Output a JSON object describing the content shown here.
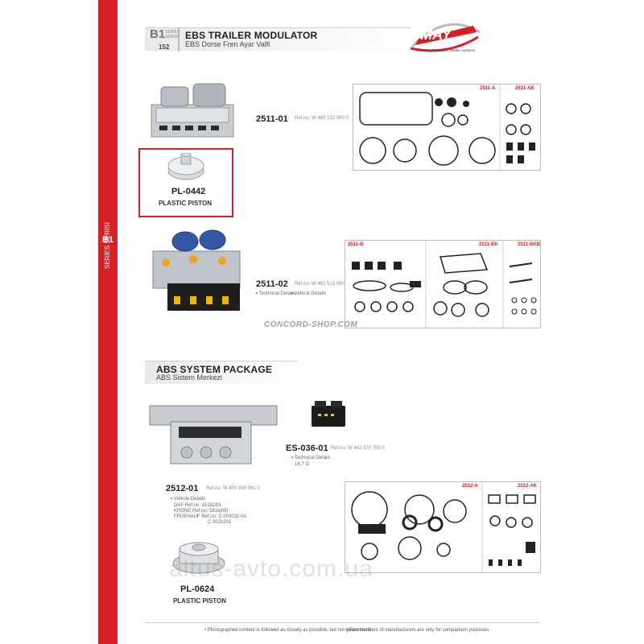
{
  "sidebar": {
    "series_label": "SERIES SERİSİ",
    "series_code": "B1"
  },
  "header": {
    "series_box": {
      "code": "B1",
      "label": "SERIES SERİSİ",
      "page": "152"
    },
    "title": "EBS TRAILER MODULATOR",
    "subtitle": "EBS Dorse Fren Ayar Valfi"
  },
  "logo": {
    "brand": "MAY",
    "tagline": "Fren Sistemleri | Brake Systems"
  },
  "products": {
    "p2511_01": {
      "code": "2511-01",
      "ref": "Ref.no: W 480 102 000 0"
    },
    "pl0442": {
      "code": "PL-0442",
      "name": "PLASTIC PISTON"
    },
    "p2511_02": {
      "code": "2511-02",
      "ref": "Ref.no: W 461 513 000 0",
      "notes": [
        "Technical Details",
        "Vehicle Details"
      ]
    },
    "es036": {
      "code": "ES-036-01",
      "ref": "Ref.no: W 442 370 700 0",
      "note_title": "Technical Details",
      "note_value": "14,7 Ω"
    },
    "p2512_01": {
      "code": "2512-01",
      "ref": "Ref.no: W 400 500 081 0",
      "vehicle_title": "Vehicle Details",
      "vehicle_lines": [
        "DAF Ref.no: 1519283",
        "KRONE Ref.no: 5818800",
        "FRUEHAUF Ref.no: C 003032-01",
        "C 0020201"
      ]
    },
    "pl0624": {
      "code": "PL-0624",
      "name": "PLASTIC PISTON"
    }
  },
  "kits": {
    "k2511a": "2511-A",
    "k2511ak": "2511-AK",
    "k2511b": "2511-B",
    "k2511bk": "2511-BK",
    "k2511bkb": "2511-BKB",
    "k2512a": "2512-A",
    "k2512ak": "2512-AK"
  },
  "section2": {
    "title": "ABS SYSTEM PACKAGE",
    "subtitle": "ABS Sistem Merkezi"
  },
  "watermarks": {
    "concord": "CONCORD-SHOP.COM",
    "altus": "altus-avto.com.ua"
  },
  "footer": {
    "left": "• Photographed content is followed as closely as possible, but not guaranteed.",
    "right": "• Part numbers of manufacturers are only for comparison purposes."
  },
  "colors": {
    "brand_red": "#d71f26",
    "text_dark": "#222222",
    "kit_border": "#bbbbbb"
  }
}
